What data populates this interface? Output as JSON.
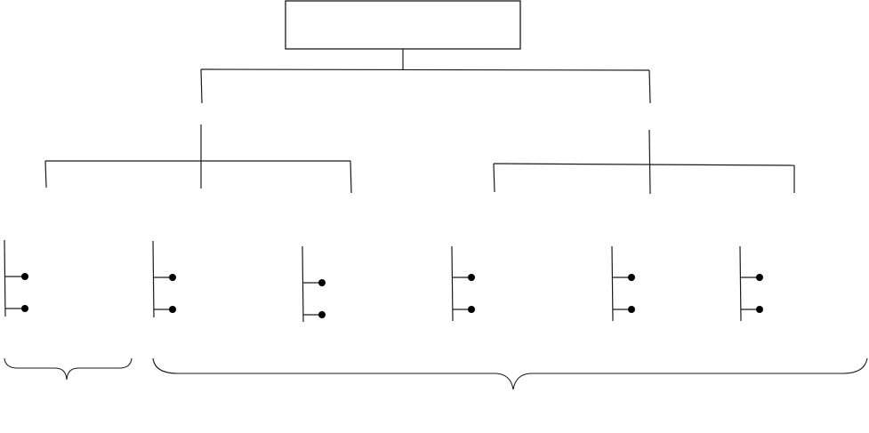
{
  "diagram": {
    "type": "hierarchy-tree",
    "root": {
      "label": ""
    },
    "branches": [
      {
        "label": "",
        "children": [
          {
            "label": "",
            "items": 2
          },
          {
            "label": "",
            "items": 2
          },
          {
            "label": "",
            "items": 2
          }
        ]
      },
      {
        "label": "",
        "children": [
          {
            "label": "",
            "items": 2
          },
          {
            "label": "",
            "items": 2
          },
          {
            "label": "",
            "items": 2
          }
        ]
      }
    ],
    "groups": [
      {
        "label": "",
        "spans": 1
      },
      {
        "label": "",
        "spans": 5
      }
    ],
    "colors": {
      "line": "#1a1a1a",
      "dot": "#000000",
      "background": "#ffffff"
    }
  }
}
